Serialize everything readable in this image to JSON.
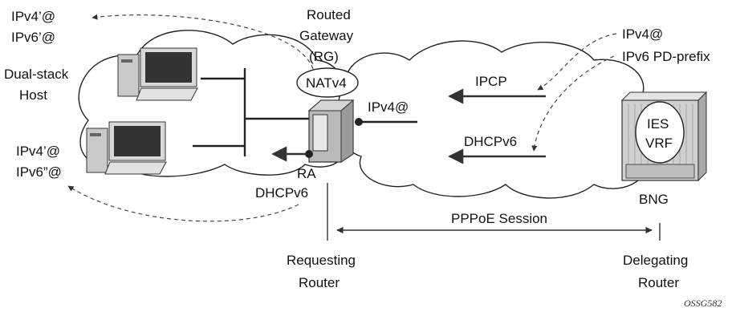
{
  "labels": {
    "host_top_addr_v4": "IPv4’@",
    "host_top_addr_v6": "IPv6’@",
    "host_bottom_addr_v4": "IPv4’@",
    "host_bottom_addr_v6": "IPv6”@",
    "host_label_1": "Dual-stack",
    "host_label_2": "Host",
    "rg_label_1": "Routed",
    "rg_label_2": "Gateway",
    "rg_label_3": "(RG)",
    "natv4": "NATv4",
    "rg_wan_addr": "IPv4@",
    "ra": "RA",
    "dhcpv6_lan": "DHCPv6",
    "ipcp": "IPCP",
    "dhcpv6_wan": "DHCPv6",
    "bng_addr_v4": "IPv4@",
    "bng_pd_prefix": "IPv6 PD-prefix",
    "ies": "IES",
    "vrf": "VRF",
    "bng": "BNG",
    "pppoe_session": "PPPoE Session",
    "requesting_1": "Requesting",
    "requesting_2": "Router",
    "delegating_1": "Delegating",
    "delegating_2": "Router",
    "figure_id": "OSSG582"
  },
  "colors": {
    "cloud_stroke": "#222222",
    "router_fill": "#b9b9b9",
    "bng_fill": "#cfcfcf",
    "line": "#333333"
  }
}
